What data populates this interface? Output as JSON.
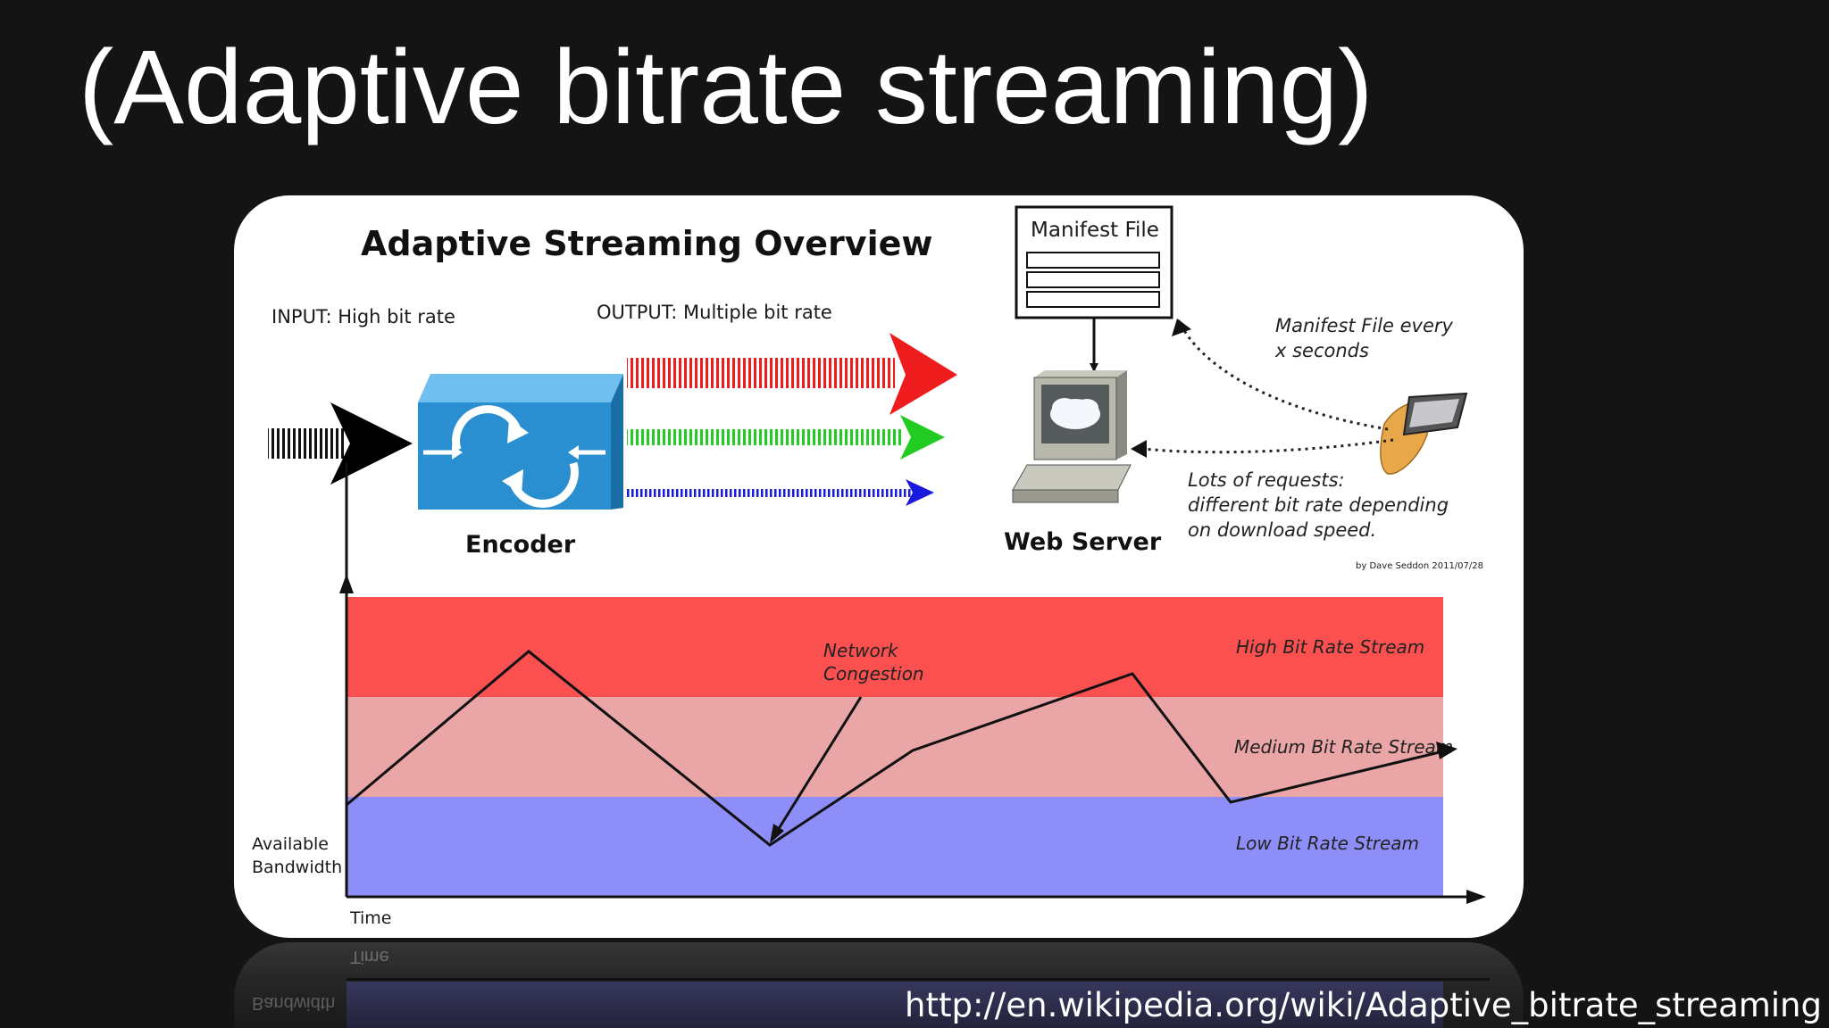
{
  "slide": {
    "title": "(Adaptive bitrate streaming)",
    "source_url": "http://en.wikipedia.org/wiki/Adaptive_bitrate_streaming"
  },
  "diagram": {
    "title": "Adaptive Streaming Overview",
    "input_label": "INPUT: High bit rate",
    "output_label": "OUTPUT: Multiple bit rate",
    "manifest_label": "Manifest File",
    "encoder_label": "Encoder",
    "server_label": "Web Server",
    "manifest_every_1": "Manifest File every",
    "manifest_every_2": "x seconds",
    "requests_1": "Lots of requests:",
    "requests_2": "different bit rate depending",
    "requests_3": "on download speed.",
    "credit": "by Dave Seddon 2011/07/28",
    "network_congestion_1": "Network",
    "network_congestion_2": "Congestion",
    "high_stream": "High Bit Rate Stream",
    "medium_stream": "Medium Bit Rate Stream",
    "low_stream": "Low Bit Rate Stream",
    "y_axis_1": "Available",
    "y_axis_2": "Bandwidth",
    "x_axis": "Time"
  },
  "reflection": {
    "time": "Time",
    "bandwidth": "Bandwidth"
  },
  "colors": {
    "background": "#141414",
    "high_band": "#fa5050",
    "medium_band": "#eaa6a6",
    "low_band": "#8e8ef8",
    "encoder_blue": "#2a8fd0",
    "red_stream": "#ee1c1c",
    "green_stream": "#22cc22",
    "blue_stream": "#1a1adc"
  }
}
